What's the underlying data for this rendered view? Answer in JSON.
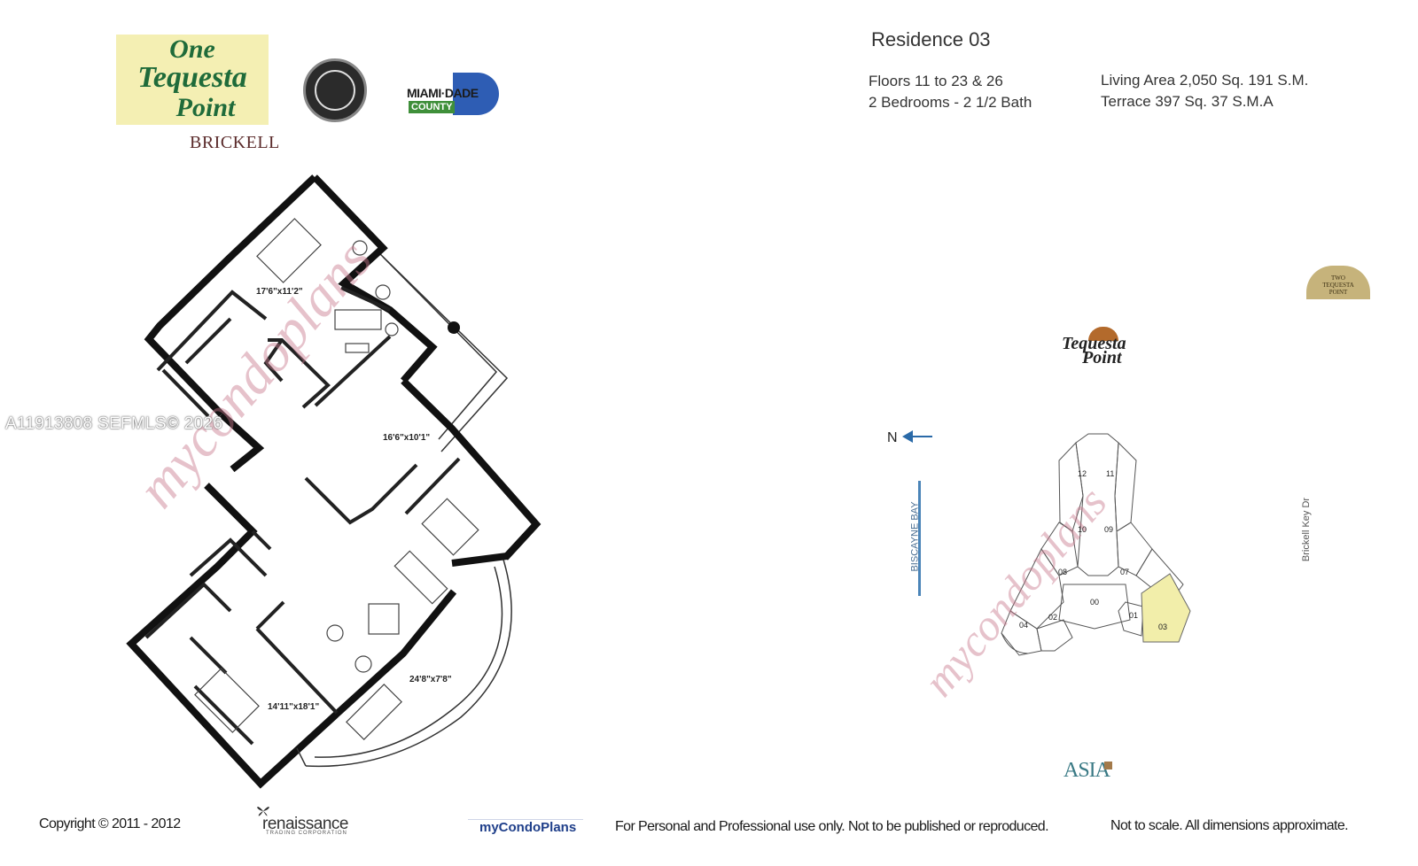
{
  "logos": {
    "one_tequesta": [
      "One",
      "Tequesta",
      "Point"
    ],
    "brickell": "BRICKELL",
    "miami_dade": "MIAMI·DADE",
    "county": "COUNTY",
    "tequesta_point_small": [
      "Tequesta",
      "Point"
    ],
    "two_tequesta": [
      "TWO",
      "TEQUESTA",
      "POINT"
    ],
    "asia": "ASIA"
  },
  "header": {
    "title": "Residence 03",
    "floors": "Floors 11 to 23 & 26",
    "bedrooms": "2 Bedrooms - 2 1/2 Bath",
    "living_area": "Living Area 2,050 Sq.  191 S.M.",
    "terrace": "Terrace  397 Sq.  37 S.M.A"
  },
  "watermark": "A11913808  SEFMLS© 2026",
  "floorplan": {
    "dimensions": [
      "17'6\"x11'2\"",
      "16'6\"x10'1\"",
      "24'8\"x7'8\"",
      "14'11\"x18'1\""
    ],
    "brand_watermark": "mycondoplans"
  },
  "siteplan": {
    "north": "N",
    "bay": "BISCAYNE BAY",
    "street": "Brickell Key Dr",
    "units": [
      "12",
      "11",
      "10",
      "09",
      "08",
      "07",
      "00",
      "04",
      "02",
      "01",
      "03"
    ],
    "highlighted_unit": "03",
    "highlight_color": "#f2eeaa"
  },
  "footer": {
    "copyright": "Copyright © 2011 - 2012",
    "renaissance": "renaissance",
    "renaissance_sub": "TRADING CORPORATION",
    "mycondoplans": "myCondoPlans",
    "notice": "For Personal and Professional use only.  Not to be published or reproduced.",
    "scale": "Not to scale.  All dimensions approximate."
  }
}
